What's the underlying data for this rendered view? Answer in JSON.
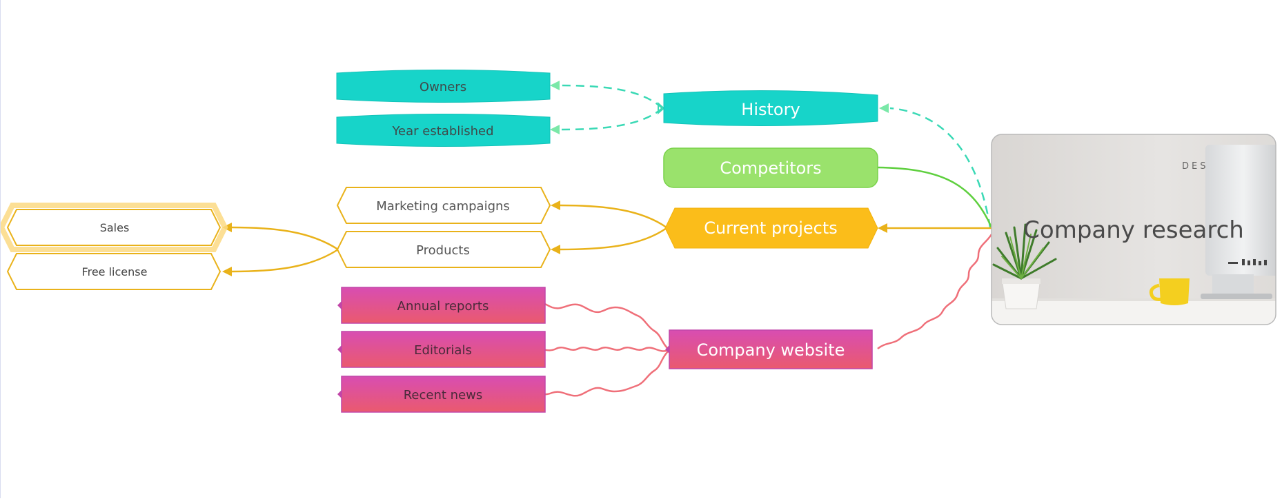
{
  "colors": {
    "history": "#17d4c9",
    "history_edge": "#3ad9b5",
    "competitors_fill": "#9ae26c",
    "competitors_edge": "#5ecf3e",
    "projects": "#fbbd1a",
    "projects_edge": "#e9b21a",
    "website_top": "#d84db2",
    "website_bottom": "#ea5a6e",
    "website_edge": "#ef6f79",
    "white_text": "#ffffff",
    "dark_text": "#444444"
  },
  "root": {
    "label": "Company research",
    "icon": "desk-photo-icon"
  },
  "branches": [
    {
      "id": "history",
      "label": "History",
      "children": [
        {
          "id": "owners",
          "label": "Owners"
        },
        {
          "id": "year-established",
          "label": "Year established"
        }
      ]
    },
    {
      "id": "competitors",
      "label": "Competitors",
      "children": []
    },
    {
      "id": "current-projects",
      "label": "Current projects",
      "children": [
        {
          "id": "marketing-campaigns",
          "label": "Marketing campaigns"
        },
        {
          "id": "products",
          "label": "Products",
          "children": [
            {
              "id": "sales",
              "label": "Sales",
              "selected": true
            },
            {
              "id": "free-license",
              "label": "Free license"
            }
          ]
        }
      ]
    },
    {
      "id": "company-website",
      "label": "Company website",
      "children": [
        {
          "id": "annual-reports",
          "label": "Annual reports"
        },
        {
          "id": "editorials",
          "label": "Editorials"
        },
        {
          "id": "recent-news",
          "label": "Recent news"
        }
      ]
    }
  ]
}
